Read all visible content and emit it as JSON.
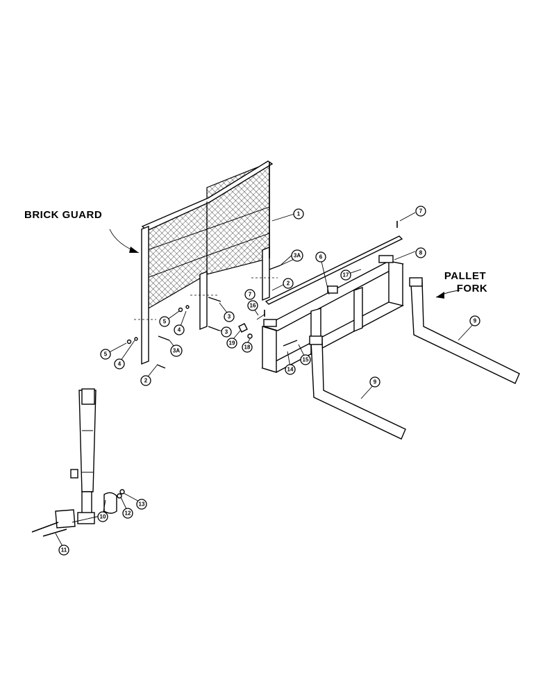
{
  "labels": {
    "brick_guard": "BRICK GUARD",
    "pallet_fork_1": "PALLET",
    "pallet_fork_2": "FORK"
  },
  "callouts": [
    "1",
    "2",
    "2",
    "3",
    "3A",
    "3A",
    "4",
    "4",
    "5",
    "5",
    "6",
    "7",
    "7",
    "8",
    "9",
    "9",
    "10",
    "11",
    "12",
    "13",
    "14",
    "15",
    "16",
    "17",
    "18",
    "19"
  ]
}
